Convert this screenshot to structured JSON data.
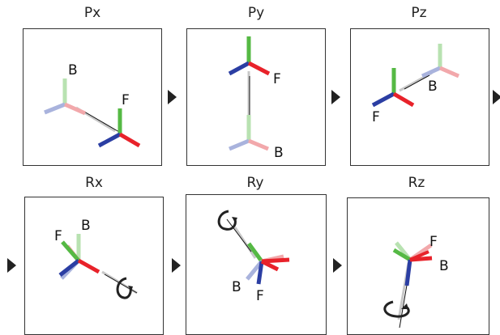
{
  "panels": [
    {
      "title": "Px",
      "labels": {
        "b": "B",
        "f": "F"
      }
    },
    {
      "title": "Py",
      "labels": {
        "b": "B",
        "f": "F"
      }
    },
    {
      "title": "Pz",
      "labels": {
        "b": "B",
        "f": "F"
      }
    },
    {
      "title": "Rx",
      "labels": {
        "b": "B",
        "f": "F"
      }
    },
    {
      "title": "Ry",
      "labels": {
        "b": "B",
        "f": "F"
      }
    },
    {
      "title": "Rz",
      "labels": {
        "b": "B",
        "f": "F"
      }
    }
  ],
  "axis_colors": {
    "x": "#e8222a",
    "y": "#55b944",
    "z": "#2b3ea3",
    "x_faded": "#f2a8ab",
    "y_faded": "#b8e2b1",
    "z_faded": "#a9b3dd"
  }
}
